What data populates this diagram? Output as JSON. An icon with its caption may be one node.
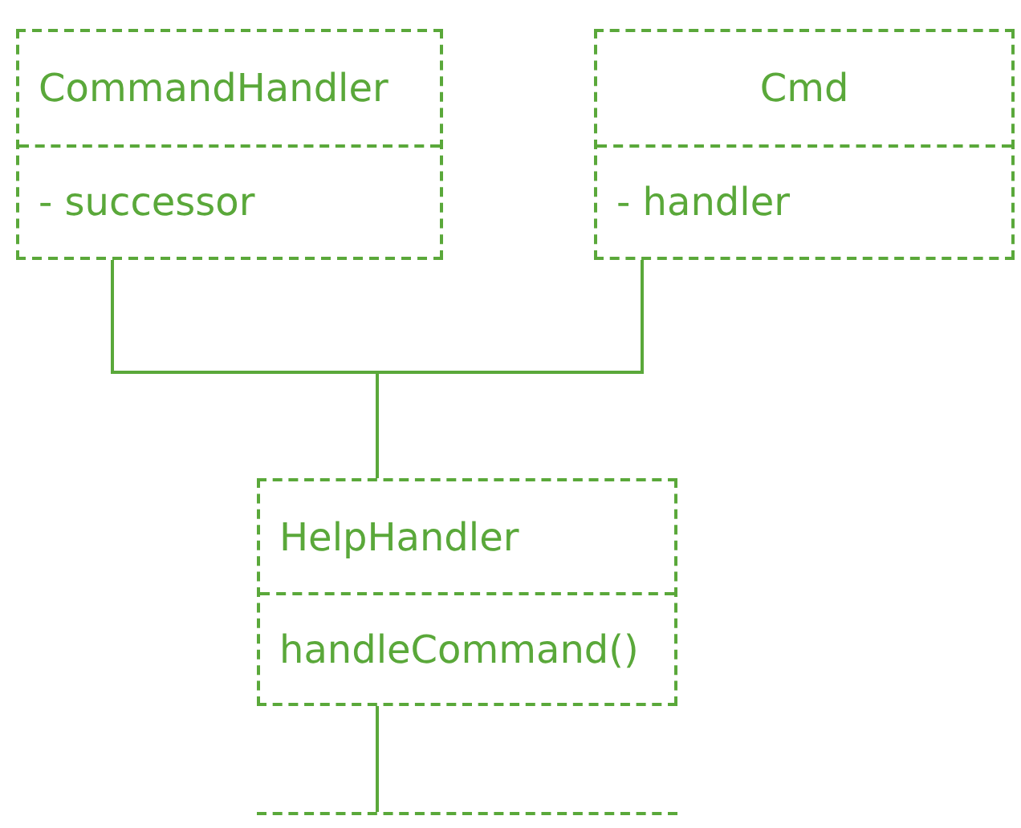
{
  "diagram": {
    "nodes": [
      {
        "text": [
          "CommandHandler",
          "- successor"
        ]
      },
      {
        "text": [
          "Cmd",
          "- handler"
        ]
      },
      {
        "text": [
          "HelpHandler",
          "handleCommand()"
        ]
      },
      {
        "text": [],
        "shape": "bar"
      }
    ],
    "edges": [
      {
        "from": 0,
        "to": 2,
        "arrow": "none"
      },
      {
        "from": 1,
        "to": 2,
        "arrow": "none"
      },
      {
        "from": 2,
        "to": 3,
        "arrow": "none"
      }
    ]
  }
}
